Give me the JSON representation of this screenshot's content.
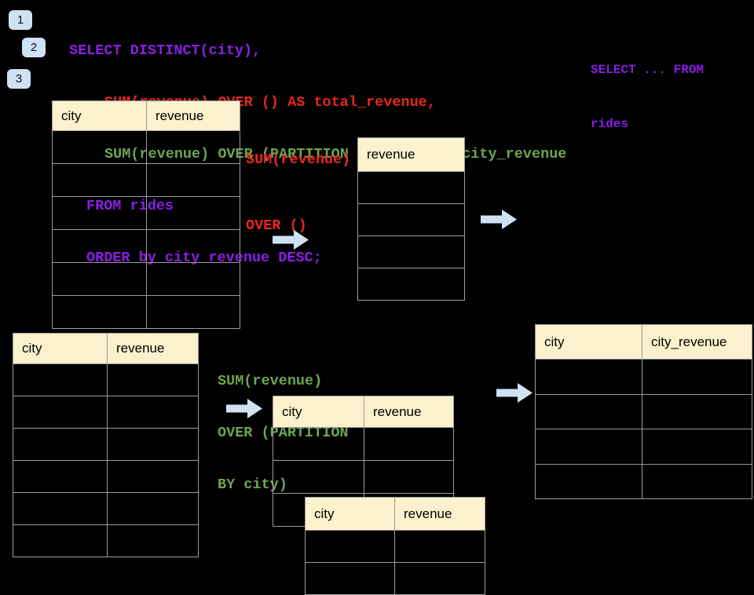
{
  "colors": {
    "background": "#000000",
    "header_fill": "#FBF1CC",
    "table_border": "#9c9c9c",
    "accent_blue": "#CFE2F3",
    "purple": "#8A1FE3",
    "red": "#E8271D",
    "green": "#6CA552"
  },
  "badges": [
    {
      "label": "1"
    },
    {
      "label": "2"
    },
    {
      "label": "3"
    }
  ],
  "sql": {
    "lines": [
      {
        "text": "SELECT DISTINCT(city),",
        "color": "purple"
      },
      {
        "text": "SUM(revenue) OVER () AS total_revenue,",
        "color": "red"
      },
      {
        "text": "SUM(revenue) OVER (PARTITION BY city) as city_revenue",
        "color": "green"
      },
      {
        "text": "FROM rides",
        "color": "purple"
      },
      {
        "text": "ORDER by city_revenue DESC;",
        "color": "purple"
      }
    ]
  },
  "note_top_right": {
    "lines": [
      "SELECT ... FROM",
      "rides"
    ]
  },
  "annotation_total": {
    "lines": [
      "SUM(revenue)",
      "OVER ()"
    ]
  },
  "annotation_partition": {
    "lines": [
      "SUM(revenue)",
      "OVER (PARTITION",
      "BY city)"
    ]
  },
  "tables": {
    "source_top": {
      "columns": [
        "city",
        "revenue"
      ],
      "empty_rows": 6
    },
    "total_revenue": {
      "columns": [
        "revenue"
      ],
      "empty_rows": 4
    },
    "source_bottom": {
      "columns": [
        "city",
        "revenue"
      ],
      "empty_rows": 6
    },
    "partition_mid": {
      "columns": [
        "city",
        "revenue"
      ],
      "empty_rows": 3
    },
    "partition_overlay": {
      "columns": [
        "city",
        "revenue"
      ],
      "empty_rows": 2
    },
    "city_revenue": {
      "columns": [
        "city",
        "city_revenue"
      ],
      "empty_rows": 4
    }
  },
  "icons": {
    "flow_arrow": "right-arrow"
  }
}
